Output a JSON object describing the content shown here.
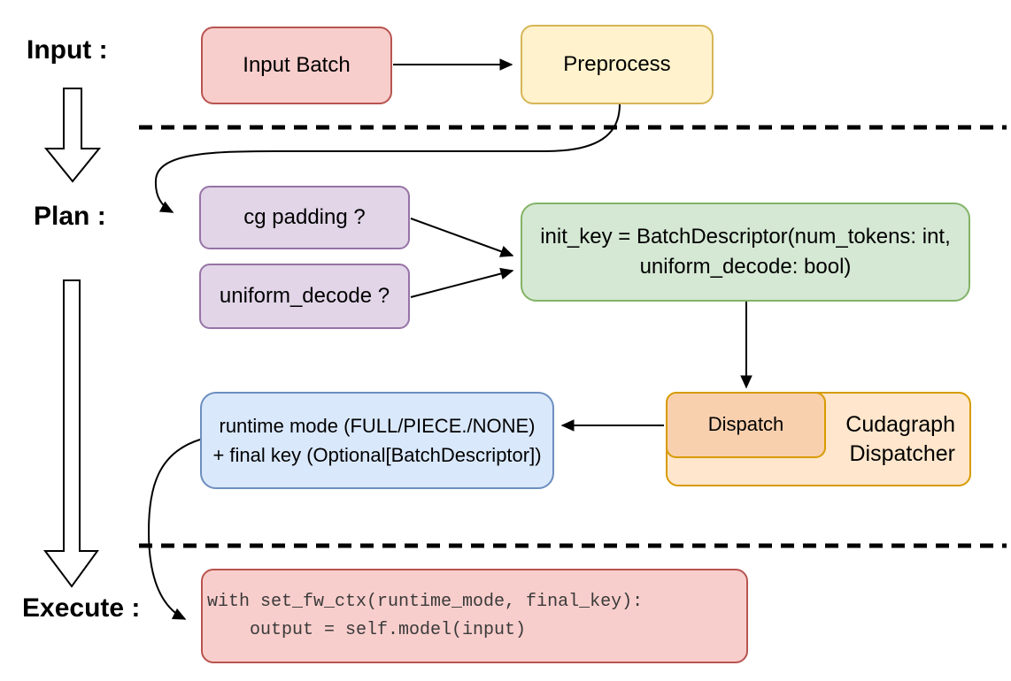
{
  "stages": {
    "input_label": "Input :",
    "plan_label": "Plan :",
    "execute_label": "Execute :"
  },
  "nodes": {
    "input_batch": {
      "label": "Input Batch",
      "fill": "#f8cecc",
      "stroke": "#b85450"
    },
    "preprocess": {
      "label": "Preprocess",
      "fill": "#fff2cc",
      "stroke": "#d6b656"
    },
    "cg_padding": {
      "label": "cg padding ?",
      "fill": "#e1d5e7",
      "stroke": "#9673a6"
    },
    "uniform_decode": {
      "label": "uniform_decode ?",
      "fill": "#e1d5e7",
      "stroke": "#9673a6"
    },
    "init_key": {
      "line1": "init_key = BatchDescriptor(num_tokens: int,",
      "line2": "uniform_decode: bool)",
      "fill": "#d5e8d4",
      "stroke": "#82b366"
    },
    "dispatch": {
      "label": "Dispatch",
      "fill": "#f9d0ae",
      "stroke": "#d79b00"
    },
    "cudagraph_dispatcher": {
      "line1": "Cudagraph",
      "line2": "Dispatcher",
      "fill": "#ffe6cc",
      "stroke": "#d79b00"
    },
    "runtime_result": {
      "line1": "runtime mode (FULL/PIECE./NONE)",
      "line2": "+ final key (Optional[BatchDescriptor])",
      "fill": "#dae8fc",
      "stroke": "#6c8ebf"
    },
    "execute_code": {
      "line1": "with set_fw_ctx(runtime_mode, final_key):",
      "line2": "    output = self.model(input)",
      "fill": "#f8cecc",
      "stroke": "#b85450"
    }
  }
}
